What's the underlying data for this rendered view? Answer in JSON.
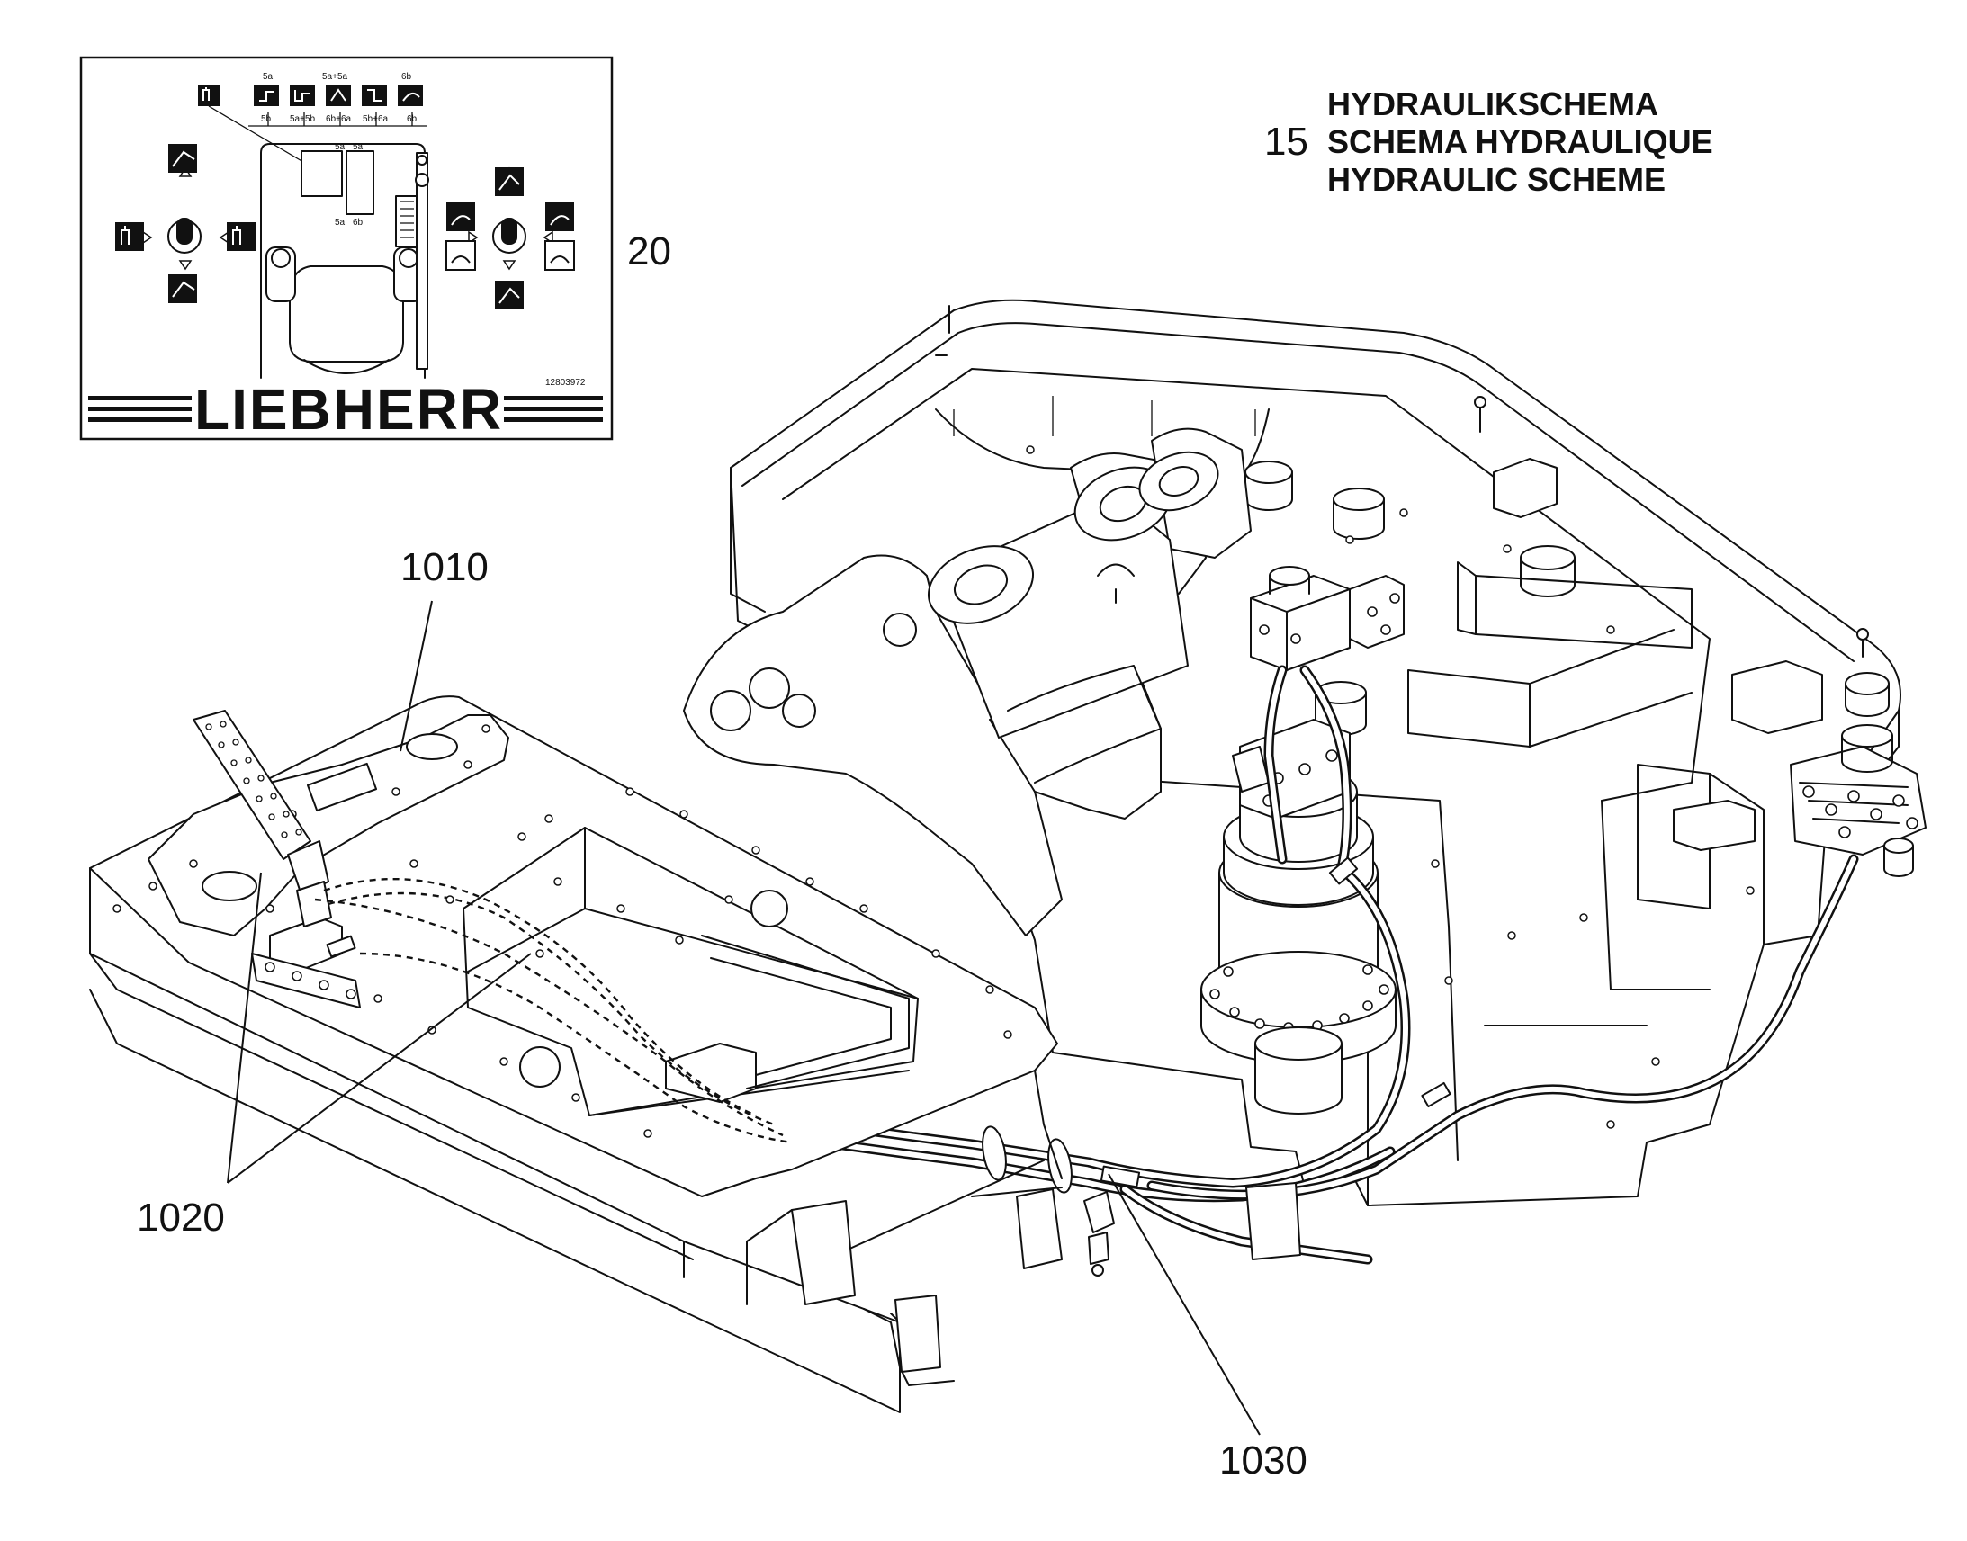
{
  "drawing": {
    "title_lines": [
      "HYDRAULIKSCHEMA",
      "SCHEMA HYDRAULIQUE",
      "HYDRAULIC SCHEME"
    ],
    "title_number": "15",
    "decal_callout": "20"
  },
  "decal": {
    "brand": "LIEBHERR",
    "part_number": "12803972",
    "top_labels": [
      "5a",
      "5a+5a",
      "6b"
    ],
    "bottom_labels": [
      "5b",
      "5a+5b",
      "6b+6a",
      "5b+6a",
      "6b"
    ],
    "seat_labels": [
      "5a",
      "5a",
      "5a",
      "6b"
    ]
  },
  "callouts": [
    {
      "id": "1010",
      "text": "1010"
    },
    {
      "id": "1020",
      "text": "1020"
    },
    {
      "id": "1030",
      "text": "1030"
    }
  ]
}
